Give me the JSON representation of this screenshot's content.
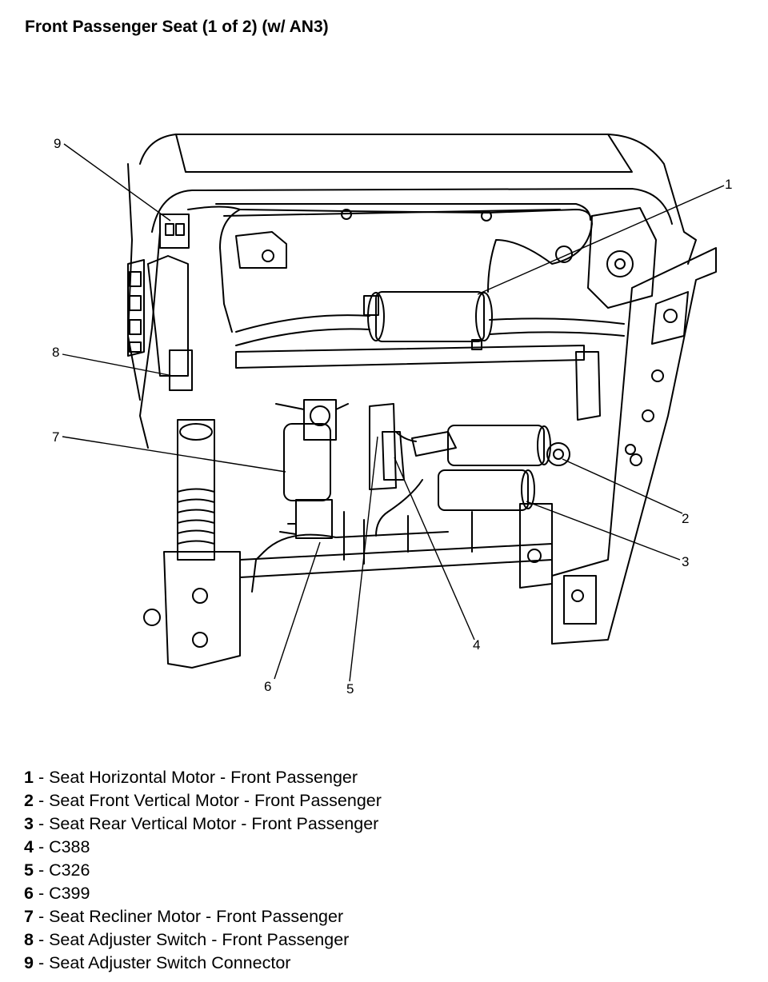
{
  "title": "Front Passenger Seat (1 of 2) (w/ AN3)",
  "callouts": [
    "1",
    "2",
    "3",
    "4",
    "5",
    "6",
    "7",
    "8",
    "9"
  ],
  "legend": [
    {
      "num": "1",
      "text": "Seat Horizontal Motor - Front Passenger"
    },
    {
      "num": "2",
      "text": "Seat Front Vertical Motor - Front Passenger"
    },
    {
      "num": "3",
      "text": "Seat Rear Vertical Motor - Front Passenger"
    },
    {
      "num": "4",
      "text": "C388"
    },
    {
      "num": "5",
      "text": "C326"
    },
    {
      "num": "6",
      "text": "C399"
    },
    {
      "num": "7",
      "text": "Seat Recliner Motor - Front Passenger"
    },
    {
      "num": "8",
      "text": "Seat Adjuster Switch - Front Passenger"
    },
    {
      "num": "9",
      "text": "Seat Adjuster Switch Connector"
    }
  ]
}
